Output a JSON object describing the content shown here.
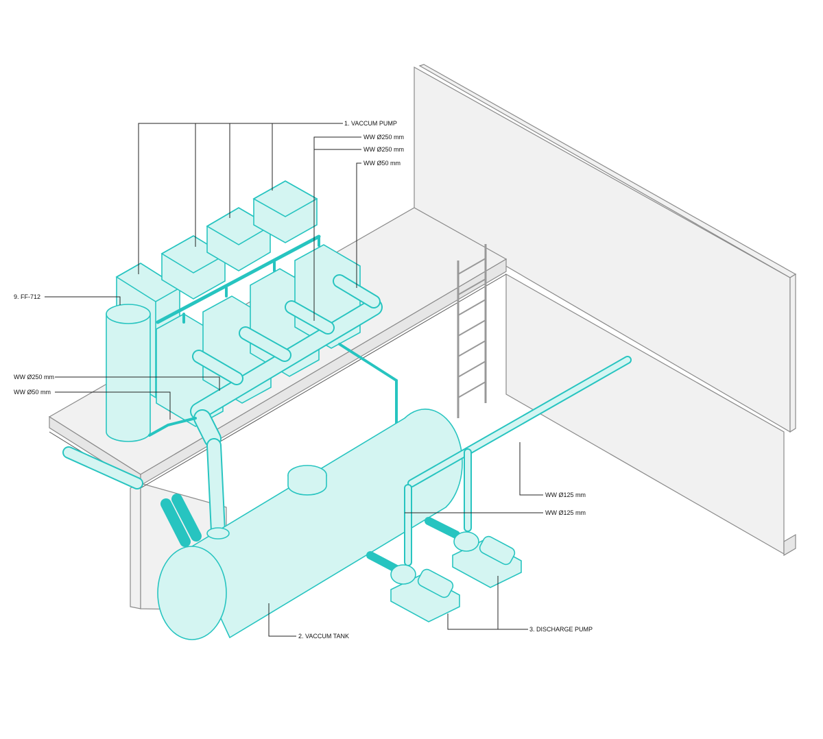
{
  "colors": {
    "accent_stroke": "#27c4c0",
    "accent_fill": "#d4f5f2",
    "structure_fill": "#f1f1f1",
    "structure_stroke": "#8a8a8a",
    "leader": "#222222",
    "text": "#111111"
  },
  "labels": {
    "vacuum_pump": "1. VACCUM PUMP",
    "ww_250_a": "WW Ø250 mm",
    "ww_250_b": "WW Ø250 mm",
    "ww_50_top": "WW Ø50 mm",
    "ff_712": "9. FF-712",
    "ww_250_left": "WW Ø250 mm",
    "ww_50_left": "WW Ø50 mm",
    "ww_125_a": "WW Ø125 mm",
    "ww_125_b": "WW Ø125 mm",
    "vacuum_tank": "2. VACCUM TANK",
    "discharge_pump": "3. DISCHARGE PUMP"
  }
}
